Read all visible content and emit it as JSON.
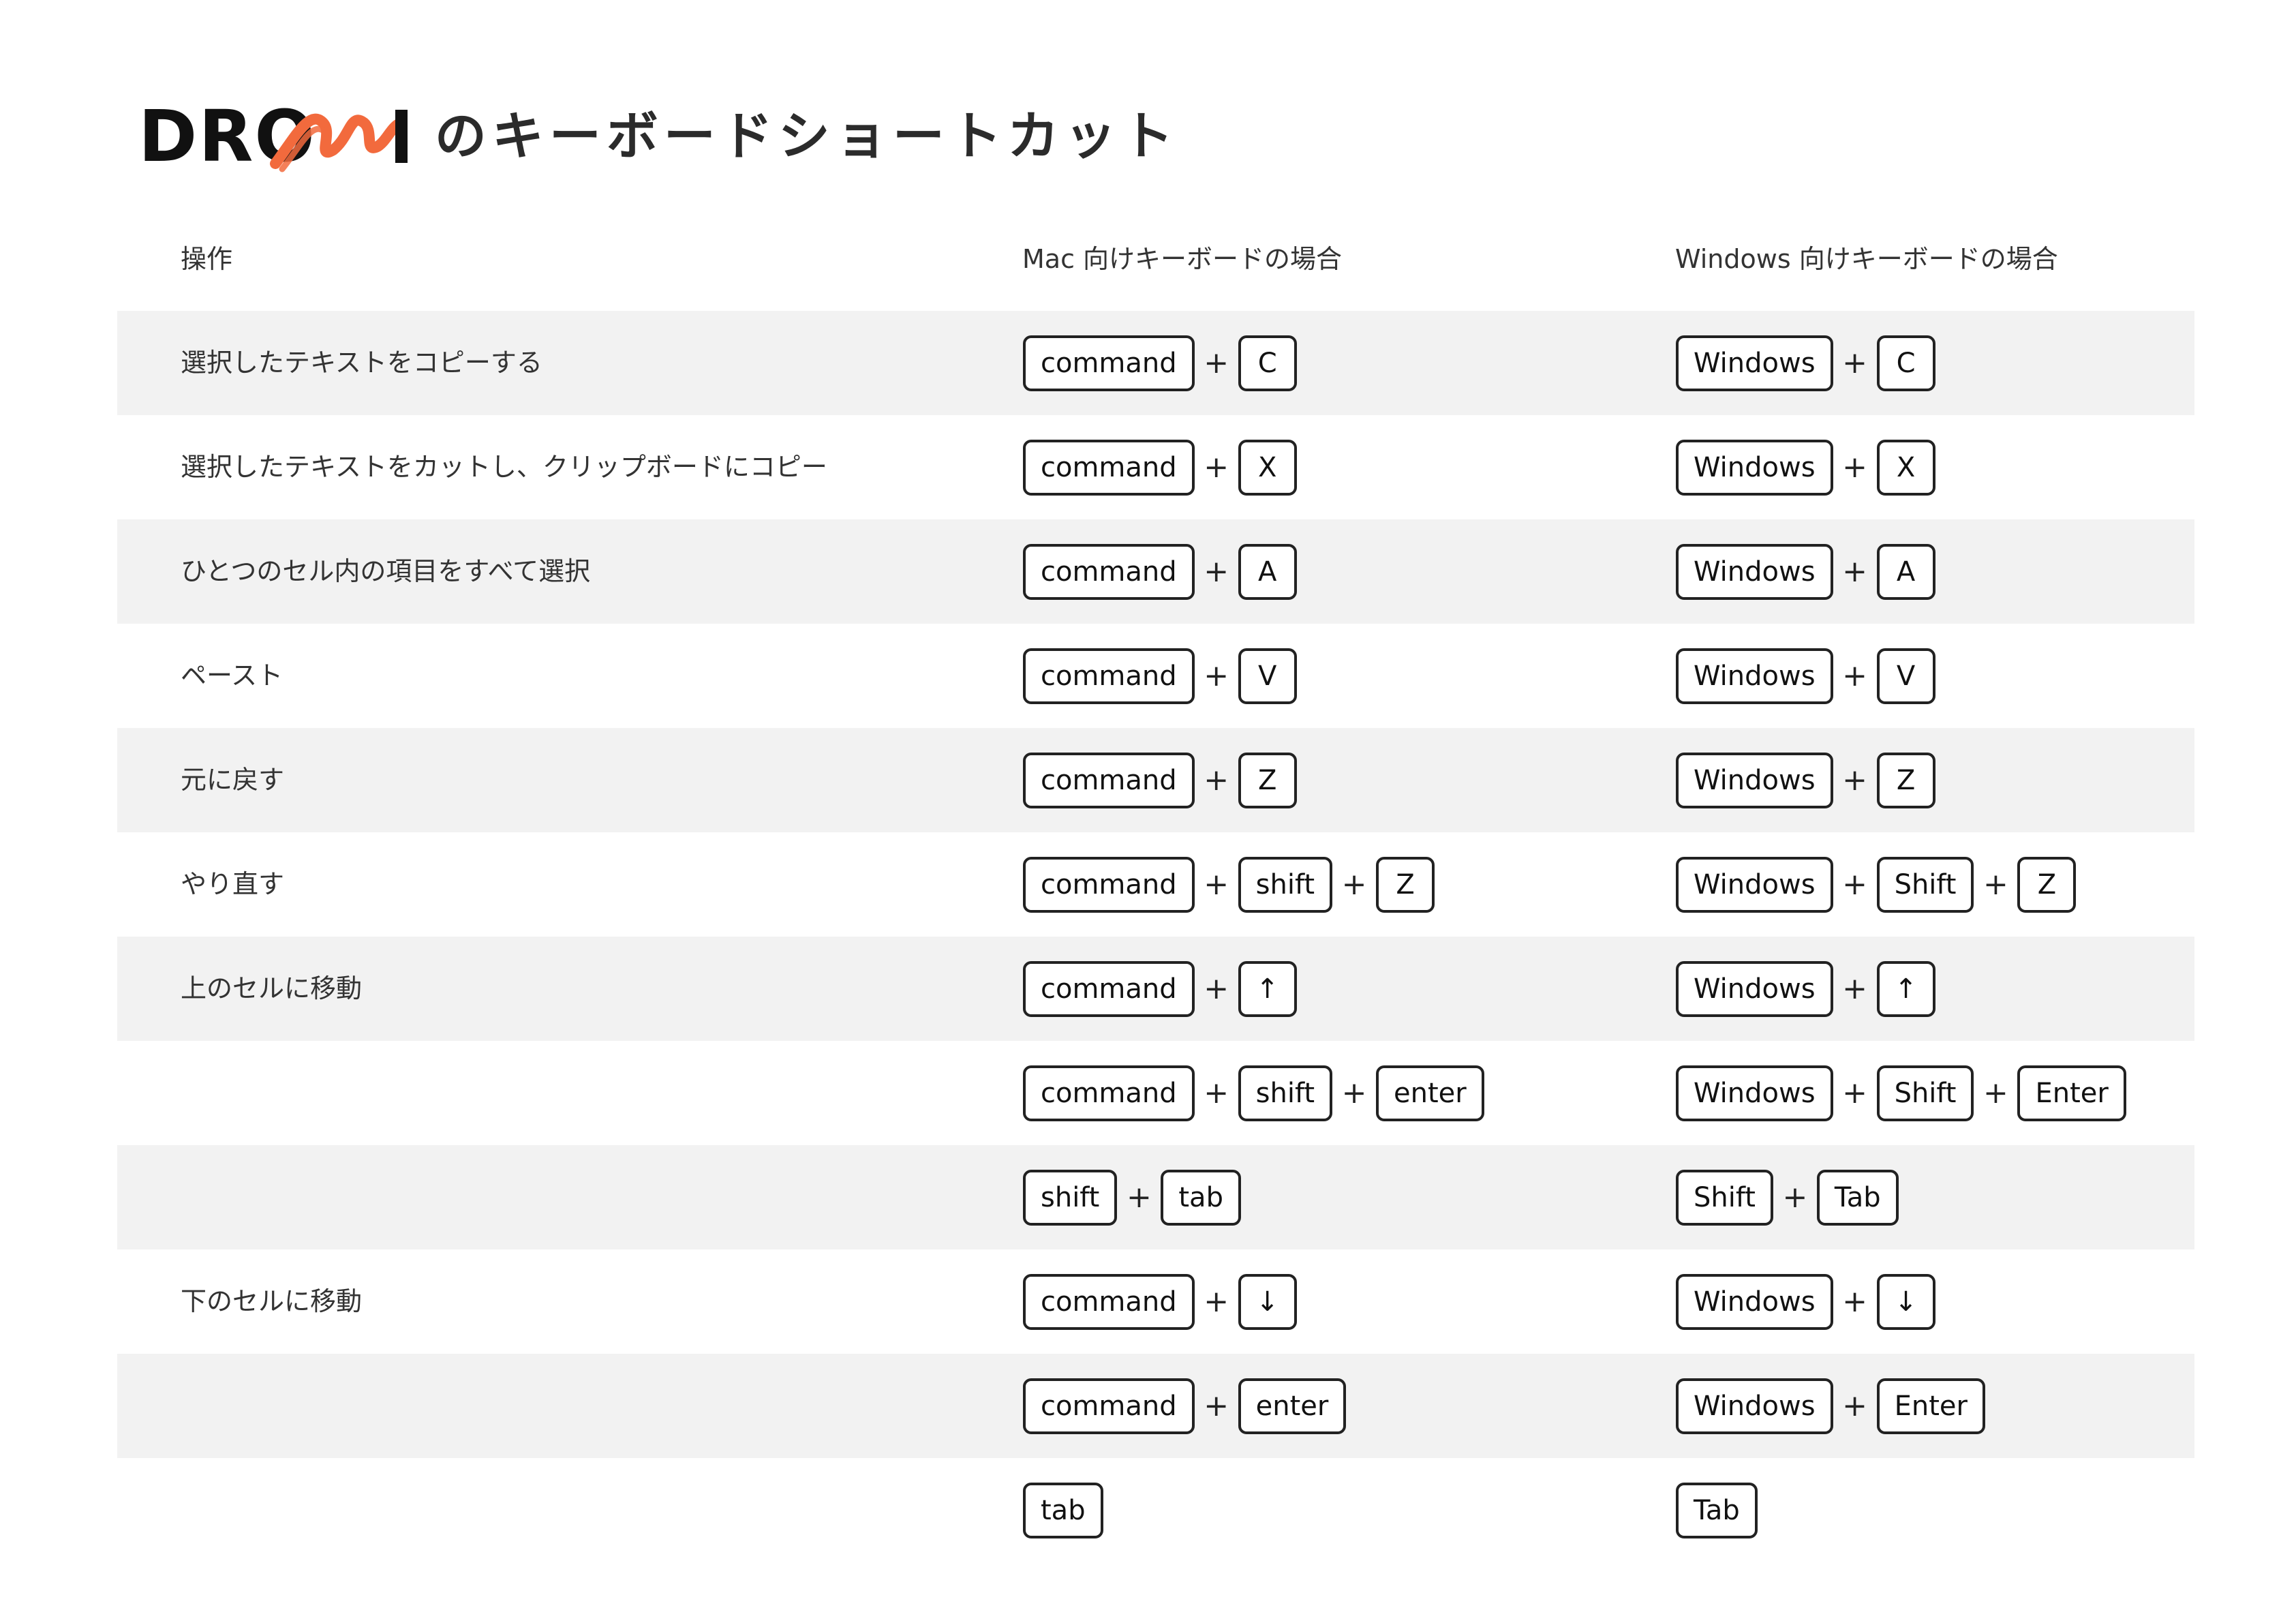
{
  "header": {
    "logo_text": "DRO",
    "logo_accent_color": "#f26a3d",
    "title": "のキーボードショートカット"
  },
  "columns": {
    "operation": "操作",
    "mac": "Mac 向けキーボードの場合",
    "windows": "Windows 向けキーボードの場合"
  },
  "rows": [
    {
      "label": "選択したテキストをコピーする",
      "mac": [
        "command",
        "C"
      ],
      "win": [
        "Windows",
        "C"
      ]
    },
    {
      "label": "選択したテキストをカットし、クリップボードにコピー",
      "mac": [
        "command",
        "X"
      ],
      "win": [
        "Windows",
        "X"
      ]
    },
    {
      "label": "ひとつのセル内の項目をすべて選択",
      "mac": [
        "command",
        "A"
      ],
      "win": [
        "Windows",
        "A"
      ]
    },
    {
      "label": "ペースト",
      "mac": [
        "command",
        "V"
      ],
      "win": [
        "Windows",
        "V"
      ]
    },
    {
      "label": "元に戻す",
      "mac": [
        "command",
        "Z"
      ],
      "win": [
        "Windows",
        "Z"
      ]
    },
    {
      "label": "やり直す",
      "mac": [
        "command",
        "shift",
        "Z"
      ],
      "win": [
        "Windows",
        "Shift",
        "Z"
      ]
    },
    {
      "label": "上のセルに移動",
      "mac": [
        "command",
        "↑"
      ],
      "win": [
        "Windows",
        "↑"
      ]
    },
    {
      "label": "",
      "mac": [
        "command",
        "shift",
        "enter"
      ],
      "win": [
        "Windows",
        "Shift",
        "Enter"
      ]
    },
    {
      "label": "",
      "mac": [
        "shift",
        "tab"
      ],
      "win": [
        "Shift",
        "Tab"
      ]
    },
    {
      "label": "下のセルに移動",
      "mac": [
        "command",
        "↓"
      ],
      "win": [
        "Windows",
        "↓"
      ]
    },
    {
      "label": "",
      "mac": [
        "command",
        "enter"
      ],
      "win": [
        "Windows",
        "Enter"
      ]
    },
    {
      "label": "",
      "mac": [
        "tab"
      ],
      "win": [
        "Tab"
      ]
    }
  ],
  "plus_symbol": "+"
}
